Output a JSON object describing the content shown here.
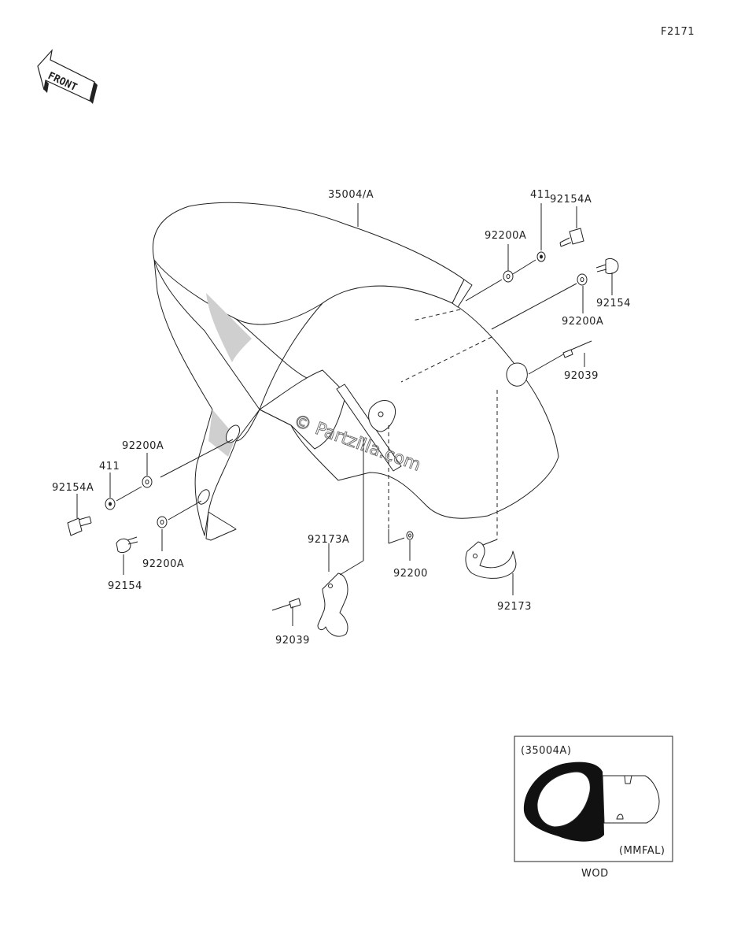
{
  "diagram_code": "F2171",
  "front_label": "FRONT",
  "watermark": "© Partzilla.com",
  "labels": {
    "fender": "35004/A",
    "bolt_a_right": "92154A",
    "washer_411_right": "411",
    "washer_92200a_right_top": "92200A",
    "bolt_right": "92154",
    "washer_92200a_right_bottom": "92200A",
    "rivet_right": "92039",
    "washer_92200a_left_top": "92200A",
    "washer_411_left": "411",
    "bolt_a_left": "92154A",
    "washer_92200a_left_bottom": "92200A",
    "bolt_left": "92154",
    "clamp_a": "92173A",
    "washer_92200": "92200",
    "rivet_left": "92039",
    "clamp": "92173"
  },
  "inset": {
    "part_ref": "(35004A)",
    "variant_code": "(MMFAL)",
    "caption": "WOD"
  }
}
